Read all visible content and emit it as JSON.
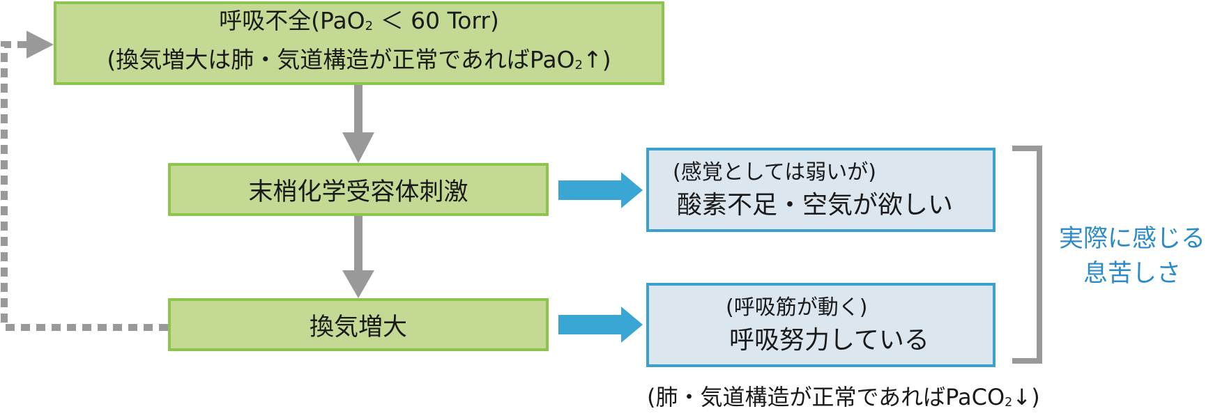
{
  "boxes": {
    "respiratory_failure": {
      "line1_prefix": "呼吸不全(PaO",
      "line1_sub": "2",
      "line1_suffix": " ＜ 60 Torr)",
      "line2_prefix": "(換気増大は肺・気道構造が正常であればPaO",
      "line2_sub": "2",
      "line2_suffix": "↑)"
    },
    "chemoreceptor": {
      "label": "末梢化学受容体刺激"
    },
    "ventilation": {
      "label": "換気増大"
    },
    "oxygen_need": {
      "note": "(感覚としては弱いが)",
      "label": "酸素不足・空気が欲しい"
    },
    "breathing_effort": {
      "note": "(呼吸筋が動く)",
      "label": "呼吸努力している"
    }
  },
  "bottom_note": {
    "prefix": "(肺・気道構造が正常であればPaCO",
    "sub": "2",
    "suffix": "↓)"
  },
  "dyspnea_label": {
    "line1": "実際に感じる",
    "line2": "息苦しさ"
  },
  "colors": {
    "green_fill": "#c3d994",
    "green_border": "#8cc44e",
    "blue_fill": "#dbe6ee",
    "blue_border": "#3aa1cf",
    "gray_arrow": "#999999",
    "blue_arrow": "#3aa6d4",
    "label_blue": "#2a8bc8"
  }
}
